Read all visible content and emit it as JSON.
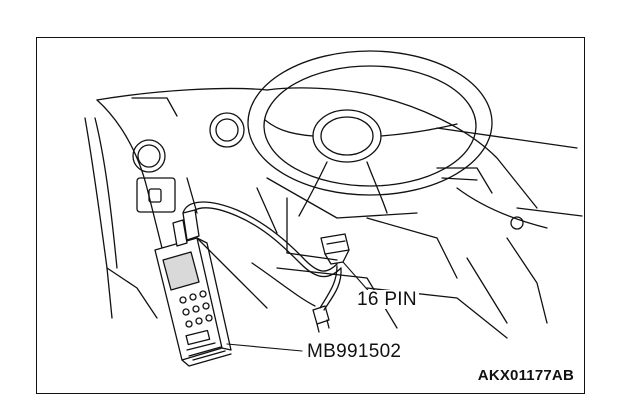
{
  "labels": {
    "connector": "16 PIN",
    "tool": "MB991502"
  },
  "figure_id": "AKX01177AB",
  "icons": {
    "scan_tool": "handheld-diagnostic-tester-icon",
    "connector": "data-link-connector-icon"
  },
  "colors": {
    "line": "#111111",
    "background": "#ffffff",
    "screen_fill": "#d9d9d9"
  }
}
